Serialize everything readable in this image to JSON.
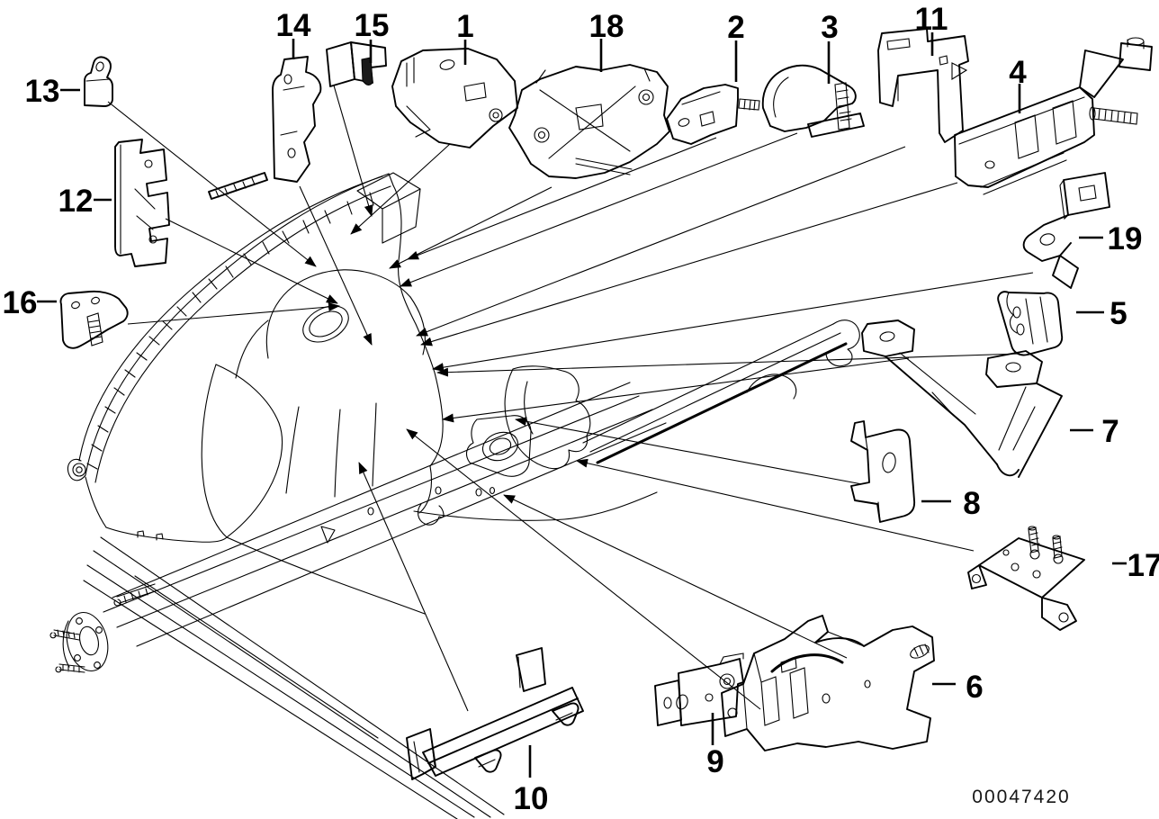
{
  "diagram": {
    "type": "exploded-parts-diagram",
    "id_code": "00047420",
    "colors": {
      "background": "#ffffff",
      "line": "#000000"
    },
    "callouts": [
      {
        "label": "1"
      },
      {
        "label": "2"
      },
      {
        "label": "3"
      },
      {
        "label": "4"
      },
      {
        "label": "5"
      },
      {
        "label": "6"
      },
      {
        "label": "7"
      },
      {
        "label": "8"
      },
      {
        "label": "9"
      },
      {
        "label": "10"
      },
      {
        "label": "11"
      },
      {
        "label": "12"
      },
      {
        "label": "13"
      },
      {
        "label": "14"
      },
      {
        "label": "15"
      },
      {
        "label": "16"
      },
      {
        "label": "17"
      },
      {
        "label": "18"
      },
      {
        "label": "19"
      }
    ]
  }
}
